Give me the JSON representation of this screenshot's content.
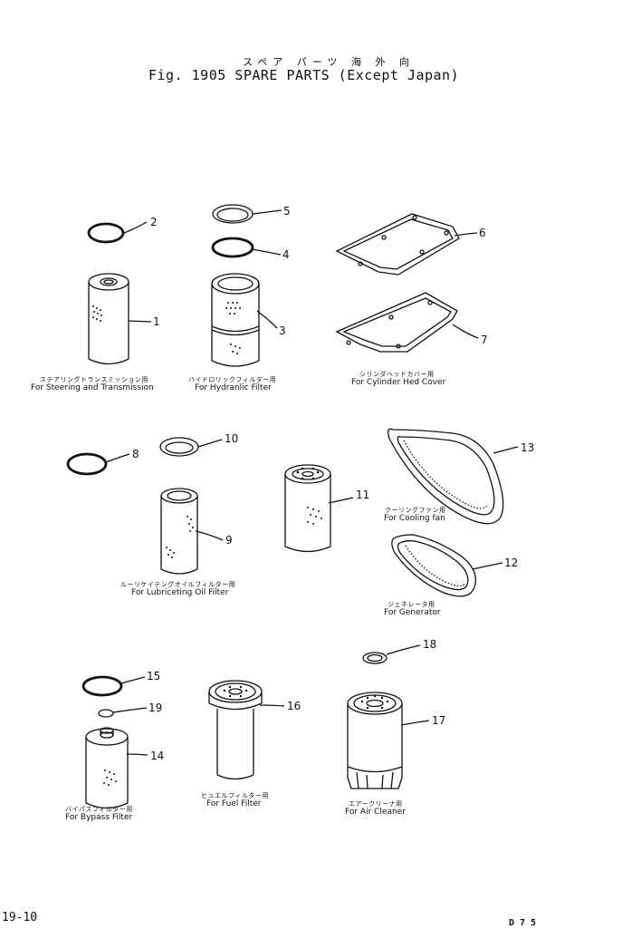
{
  "header": {
    "title_jp": "スペア パーツ 海 外 向",
    "title_en": "Fig. 1905  SPARE PARTS (Except Japan)"
  },
  "parts": {
    "p1": "1",
    "p2": "2",
    "p3": "3",
    "p4": "4",
    "p5": "5",
    "p6": "6",
    "p7": "7",
    "p8": "8",
    "p9": "9",
    "p10": "10",
    "p11": "11",
    "p12": "12",
    "p13": "13",
    "p14": "14",
    "p15": "15",
    "p16": "16",
    "p17": "17",
    "p18": "18",
    "p19": "19"
  },
  "captions": {
    "steering_jp": "ステアリングトランスミッション用",
    "steering_en": "For Steering and Transmission",
    "hydraulic_jp": "ハイドロリックフィルター用",
    "hydraulic_en": "For Hydranlic Filter",
    "cylinder_jp": "シリンダヘッドカバー用",
    "cylinder_en": "For Cylinder Hed Cover",
    "cooling_jp": "クーリングファン用",
    "cooling_en": "For Cooling fan",
    "lubricating_jp": "ルーリケイテングオイルフィルター用",
    "lubricating_en": "For Lubriceting Oil Filter",
    "generator_jp": "ジェネレータ用",
    "generator_en": "For Generator",
    "bypass_jp": "バイパスフィルター用",
    "bypass_en": "For Bypass Filter",
    "fuel_jp": "ヒュエルフィルター用",
    "fuel_en": "For Fuel Filter",
    "air_jp": "エアークリーナ用",
    "air_en": "For Air Cleaner"
  },
  "footer": {
    "page": "19-10",
    "model": "D75"
  }
}
